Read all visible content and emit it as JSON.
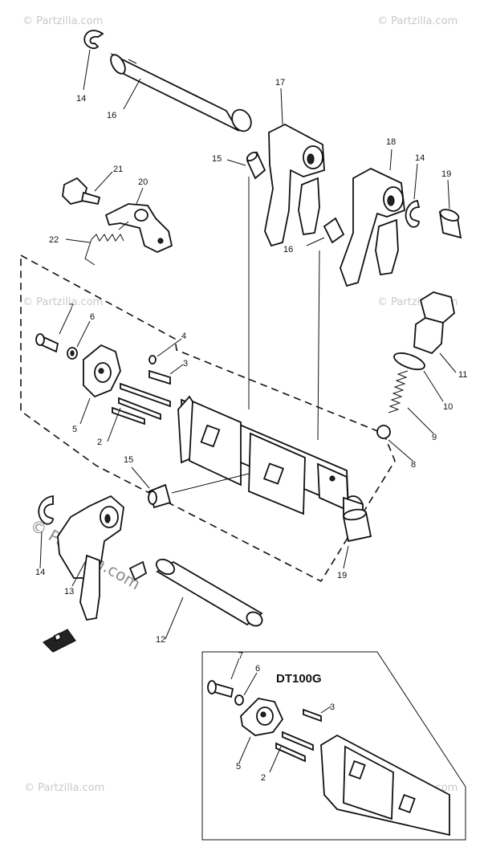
{
  "inset": {
    "title": "DT100G"
  },
  "watermarks": {
    "corner": "© Partzilla.com",
    "large": "© Partzilla.com"
  },
  "labels": {
    "p14a": "14",
    "p16": "16",
    "p17": "17",
    "p15a": "15",
    "p18": "18",
    "p14b": "14",
    "p19a": "19",
    "p21": "21",
    "p20": "20",
    "p22": "22",
    "p16b": "16",
    "p7": "7",
    "p6": "6",
    "p4": "4",
    "p3": "3",
    "p5": "5",
    "p2": "2",
    "p11": "11",
    "p10": "10",
    "p9": "9",
    "p8": "8",
    "p15b": "15",
    "p14c": "14",
    "p13": "13",
    "p12": "12",
    "p19b": "19",
    "i7": "7",
    "i6": "6",
    "i3": "3",
    "i5": "5",
    "i2": "2"
  },
  "icons": {
    "front_arrow": "fwd-arrow-icon"
  }
}
